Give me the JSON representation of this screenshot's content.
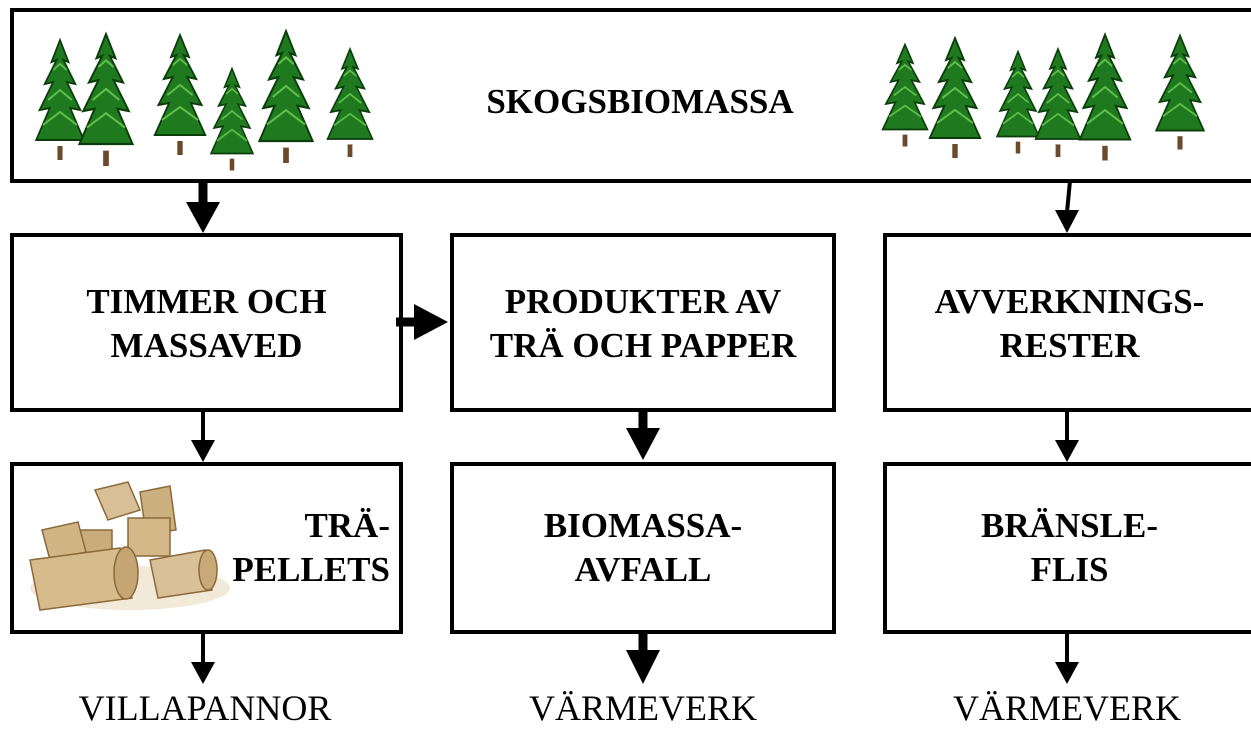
{
  "top": {
    "label": "SKOGSBIOMASSA"
  },
  "boxes": {
    "timber": {
      "label": "TIMMER OCH\nMASSAVED"
    },
    "products": {
      "label": "PRODUKTER AV\nTRÄ OCH PAPPER"
    },
    "residues": {
      "label": "AVVERKNINGS-\nRESTER"
    },
    "pellets": {
      "label": "TRÄ-\nPELLETS"
    },
    "waste": {
      "label": "BIOMASSA-\nAVFALL"
    },
    "chips": {
      "label": "BRÄNSLE-\nFLIS"
    }
  },
  "destinations": {
    "left": "VILLAPANNOR",
    "center": "VÄRMEVERK",
    "right": "VÄRMEVERK"
  },
  "icons": {
    "trees": "pine-tree-icon",
    "pellets": "wood-pellets-image"
  }
}
